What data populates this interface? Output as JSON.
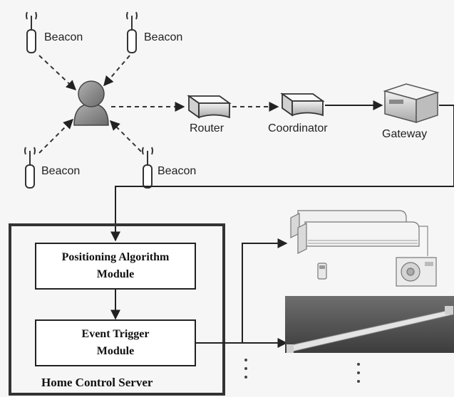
{
  "labels": {
    "beacon_top_left": "Beacon",
    "beacon_top_right": "Beacon",
    "beacon_bottom_left": "Beacon",
    "beacon_bottom_right": "Beacon",
    "router": "Router",
    "coordinator": "Coordinator",
    "gateway": "Gateway"
  },
  "server": {
    "title": "Home Control Server",
    "positioning_line1": "Positioning Algorithm",
    "positioning_line2": "Module",
    "event_line1": "Event Trigger",
    "event_line2": "Module"
  },
  "icons": {
    "beacon": "antenna-beacon-icon",
    "user": "user-icon",
    "router": "router-icon",
    "coordinator": "coordinator-icon",
    "gateway": "gateway-icon",
    "air_conditioner": "air-conditioner-icon",
    "light": "fluorescent-light-icon"
  }
}
